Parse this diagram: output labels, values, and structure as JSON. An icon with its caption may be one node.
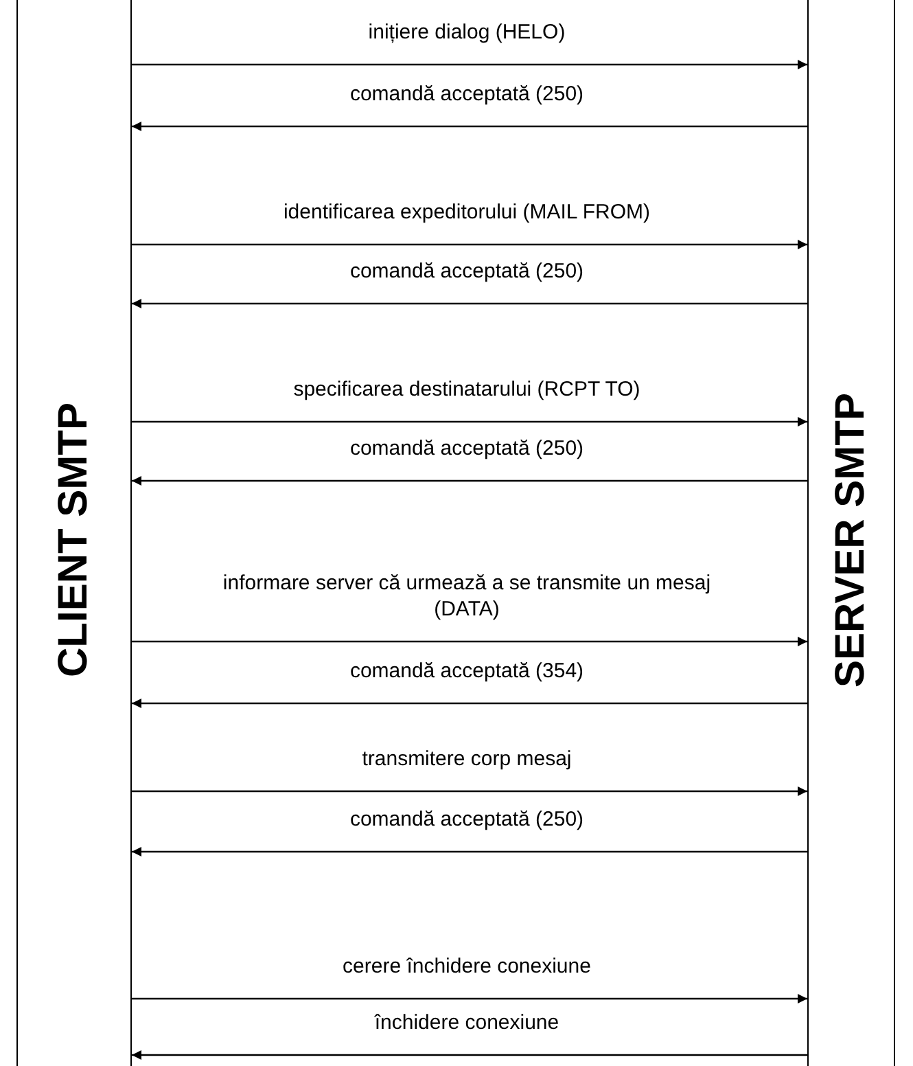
{
  "diagram": {
    "nodes": [
      {
        "text": [
          "CLIENT SMTP"
        ]
      },
      {
        "text": [
          "SERVER SMTP"
        ]
      }
    ],
    "edges": [
      {
        "from": 0,
        "to": 1,
        "arrow": "to",
        "label": "inițiere dialog (HELO)"
      },
      {
        "from": 1,
        "to": 0,
        "arrow": "to",
        "label": "comandă acceptată (250)"
      },
      {
        "from": 0,
        "to": 1,
        "arrow": "to",
        "label": "identificarea expeditorului (MAIL FROM)"
      },
      {
        "from": 1,
        "to": 0,
        "arrow": "to",
        "label": "comandă acceptată (250)"
      },
      {
        "from": 0,
        "to": 1,
        "arrow": "to",
        "label": "specificarea destinatarului (RCPT TO)"
      },
      {
        "from": 1,
        "to": 0,
        "arrow": "to",
        "label": "comandă acceptată (250)"
      },
      {
        "from": 0,
        "to": 1,
        "arrow": "to",
        "label": "informare server că urmează a se transmite un mesaj (DATA)"
      },
      {
        "from": 1,
        "to": 0,
        "arrow": "to",
        "label": "comandă acceptată (354)"
      },
      {
        "from": 0,
        "to": 1,
        "arrow": "to",
        "label": "transmitere corp mesaj"
      },
      {
        "from": 1,
        "to": 0,
        "arrow": "to",
        "label": "comandă acceptată (250)"
      },
      {
        "from": 0,
        "to": 1,
        "arrow": "to",
        "label": "cerere închidere conexiune"
      },
      {
        "from": 1,
        "to": 0,
        "arrow": "to",
        "label": "închidere conexiune"
      }
    ]
  }
}
